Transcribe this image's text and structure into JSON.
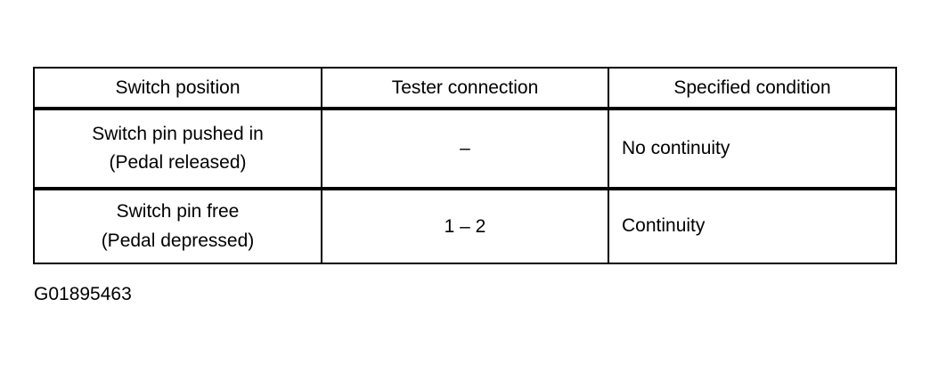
{
  "figure": {
    "caption": "G01895463"
  },
  "table": {
    "columns": [
      {
        "header": "Switch position",
        "align": "center"
      },
      {
        "header": "Tester connection",
        "align": "center"
      },
      {
        "header": "Specified condition",
        "align": "left"
      }
    ],
    "rows": [
      {
        "switch_position_line1": "Switch pin pushed in",
        "switch_position_line2": "(Pedal released)",
        "tester_connection": "–",
        "specified_condition": "No continuity"
      },
      {
        "switch_position_line1": "Switch pin free",
        "switch_position_line2": "(Pedal depressed)",
        "tester_connection": "1 – 2",
        "specified_condition": "Continuity"
      }
    ]
  },
  "style": {
    "text_color": "#000000",
    "background_color": "#ffffff",
    "border_color": "#000000"
  }
}
